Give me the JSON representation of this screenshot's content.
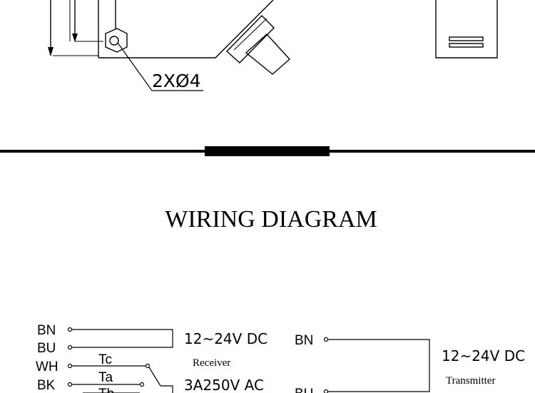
{
  "dimension": {
    "label": "2XØ4"
  },
  "section": {
    "title": "WIRING DIAGRAM"
  },
  "receiver": {
    "wires": [
      "BN",
      "BU",
      "WH",
      "BK"
    ],
    "contacts": [
      "Tc",
      "Ta",
      "Tb"
    ],
    "supply": "12~24V DC",
    "name": "Receiver",
    "relay_rating": "3A250V AC"
  },
  "transmitter": {
    "wires": [
      "BN",
      "BU"
    ],
    "supply": "12~24V DC",
    "name": "Transmitter"
  }
}
